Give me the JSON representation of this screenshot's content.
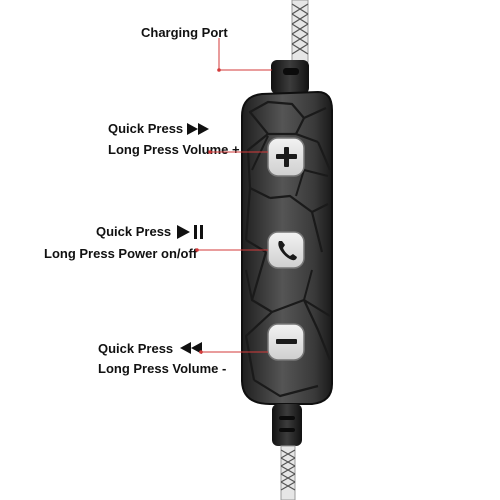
{
  "labels": {
    "charging_port": "Charging Port",
    "top_quick": "Quick Press",
    "top_long": "Long Press Volume +",
    "mid_quick": "Quick Press",
    "mid_long": "Long Press Power on/off",
    "bottom_quick": "Quick Press",
    "bottom_long": "Long Press Volume -"
  },
  "icons": {
    "top": "fast-forward-icon",
    "mid": "play-pause-icon",
    "bottom": "rewind-icon",
    "button_top": "plus-icon",
    "button_mid": "phone-icon",
    "button_bottom": "minus-icon"
  },
  "colors": {
    "pointer_line": "#d33a3a",
    "remote_body": "#3a3a3a"
  }
}
